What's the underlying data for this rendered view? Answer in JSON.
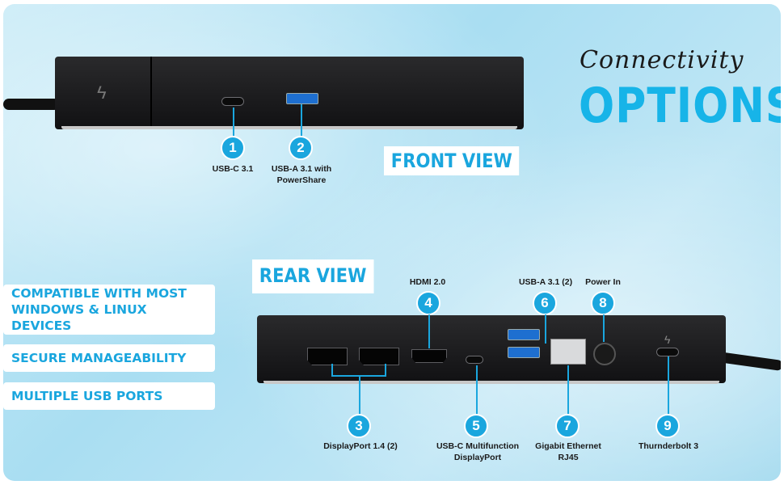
{
  "title": {
    "script": "Connectivity",
    "main": "OPTIONS"
  },
  "front_view": {
    "label": "FRONT VIEW",
    "callouts": [
      {
        "number": "1",
        "label": "USB-C 3.1"
      },
      {
        "number": "2",
        "label": "USB-A 3.1 with PowerShare"
      }
    ]
  },
  "rear_view": {
    "label": "REAR VIEW",
    "callouts": [
      {
        "number": "3",
        "label": "DisplayPort 1.4 (2)"
      },
      {
        "number": "4",
        "label": "HDMI 2.0"
      },
      {
        "number": "5",
        "label": "USB-C Multifunction DisplayPort"
      },
      {
        "number": "6",
        "label": "USB-A 3.1 (2)"
      },
      {
        "number": "7",
        "label": "Gigabit Ethernet RJ45"
      },
      {
        "number": "8",
        "label": "Power In"
      },
      {
        "number": "9",
        "label": "Thurnderbolt 3"
      }
    ]
  },
  "features": [
    "COMPATIBLE WITH MOST WINDOWS & LINUX DEVICES",
    "SECURE MANAGEABILITY",
    "MULTIPLE USB PORTS"
  ],
  "colors": {
    "accent": "#1aa6de",
    "background": "#bfe6f5",
    "device": "#1a1a1c"
  }
}
